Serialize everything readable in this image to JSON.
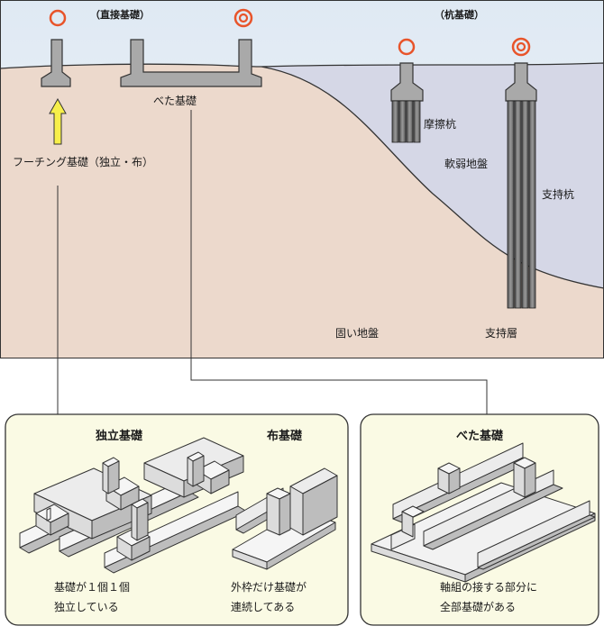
{
  "top": {
    "direct_header": "（直接基礎）",
    "pile_header": "（杭基礎）",
    "mat_label": "べた基礎",
    "footing_label": "フーチング基礎（独立・布）",
    "friction_pile": "摩擦杭",
    "soft_ground": "軟弱地盤",
    "bearing_pile": "支持杭",
    "hard_ground": "固い地盤",
    "bearing_layer": "支持層"
  },
  "left_panel": {
    "isolated_title": "独立基礎",
    "strip_title": "布基礎",
    "isolated_desc_1": "基礎が１個１個",
    "isolated_desc_2": "独立している",
    "strip_desc_1": "外枠だけ基礎が",
    "strip_desc_2": "連続してある"
  },
  "right_panel": {
    "mat_title": "べた基礎",
    "mat_desc_1": "軸組の接する部分に",
    "mat_desc_2": "全部基礎がある"
  },
  "colors": {
    "sky": "#eaf1f8",
    "hard_ground": "#ecd9cc",
    "soft_ground": "#d5d7e6",
    "panel": "#fafae4",
    "foundation": "#a9a9a9",
    "circle": "#e8542a",
    "arrow": "#f7ef4a"
  }
}
